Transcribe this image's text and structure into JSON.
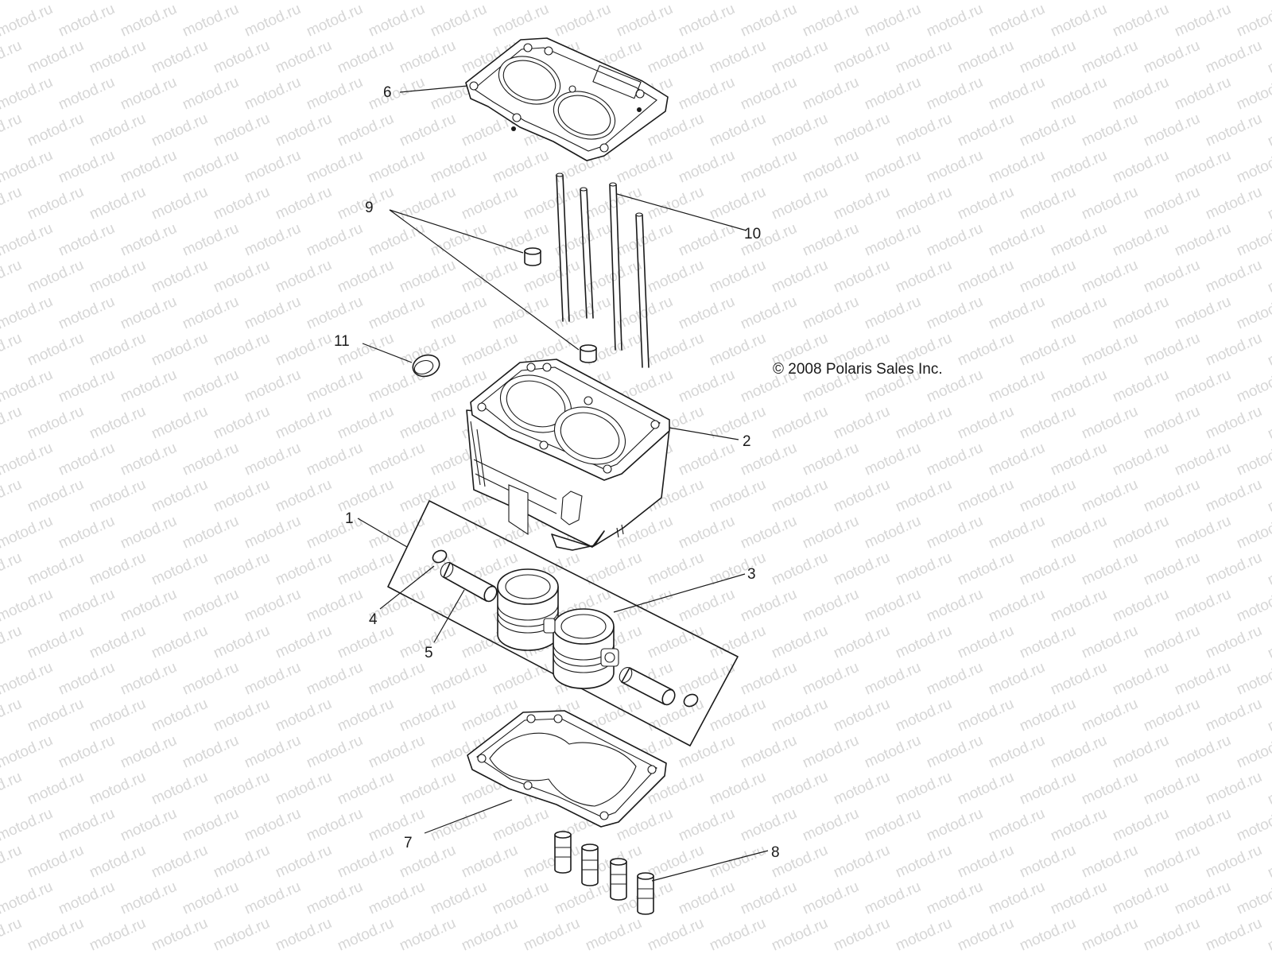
{
  "watermark": "motod.ru",
  "copyright": "© 2008 Polaris Sales Inc.",
  "callouts": [
    "1",
    "2",
    "3",
    "4",
    "5",
    "6",
    "7",
    "8",
    "9",
    "10",
    "11"
  ],
  "parts": [
    "head-gasket",
    "dowel-pin",
    "cylinder-stud",
    "plug",
    "cylinder",
    "piston-kit",
    "circlip",
    "piston-pin",
    "piston",
    "base-gasket",
    "dowel-sleeve"
  ]
}
